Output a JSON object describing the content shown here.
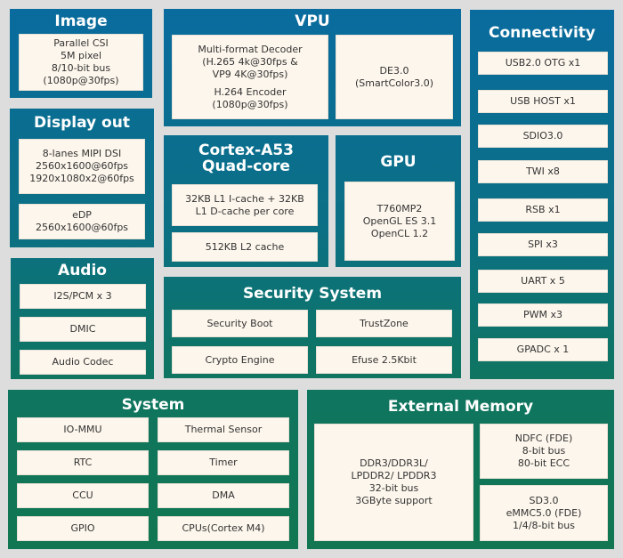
{
  "image": {
    "title": "Image",
    "lines": [
      "Parallel CSI",
      "5M pixel",
      "8/10-bit bus",
      "(1080p@30fps)"
    ]
  },
  "display_out": {
    "title": "Display out",
    "mipi": [
      "8-lanes MIPI DSI",
      "2560x1600@60fps",
      "1920x1080x2@60fps"
    ],
    "edp": [
      "eDP",
      "2560x1600@60fps"
    ]
  },
  "audio": {
    "title": "Audio",
    "items": [
      "I2S/PCM x 3",
      "DMIC",
      "Audio Codec"
    ]
  },
  "vpu": {
    "title": "VPU",
    "decoder": [
      "Multi-format Decoder",
      "(H.265 4k@30fps &",
      "VP9 4K@30fps)"
    ],
    "encoder": [
      "H.264 Encoder",
      "(1080p@30fps)"
    ],
    "de": [
      "DE3.0",
      "(SmartColor3.0)"
    ]
  },
  "cortex": {
    "title_line1": "Cortex-A53",
    "title_line2": "Quad-core",
    "l1": [
      "32KB L1 I-cache + 32KB",
      "L1 D-cache per core"
    ],
    "l2": "512KB L2 cache"
  },
  "gpu": {
    "title": "GPU",
    "lines": [
      "T760MP2",
      "OpenGL ES 3.1",
      "OpenCL 1.2"
    ]
  },
  "security": {
    "title": "Security System",
    "items": [
      "Security Boot",
      "TrustZone",
      "Crypto Engine",
      "Efuse 2.5Kbit"
    ]
  },
  "connectivity": {
    "title": "Connectivity",
    "items": [
      "USB2.0 OTG x1",
      "USB HOST x1",
      "SDIO3.0",
      "TWI x8",
      "RSB x1",
      "SPI x3",
      "UART x 5",
      "PWM x3",
      "GPADC  x 1"
    ]
  },
  "system": {
    "title": "System",
    "items": [
      "IO-MMU",
      "Thermal Sensor",
      "RTC",
      "Timer",
      "CCU",
      "DMA",
      "GPIO",
      "CPUs(Cortex M4)"
    ]
  },
  "external_memory": {
    "title": "External Memory",
    "ddr": [
      "DDR3/DDR3L/",
      "LPDDR2/ LPDDR3",
      "32-bit  bus",
      "3GByte support"
    ],
    "ndfc": [
      "NDFC (FDE)",
      "8-bit bus",
      "80-bit ECC"
    ],
    "sd": [
      "SD3.0",
      "eMMC5.0 (FDE)",
      "1/4/8-bit  bus"
    ]
  }
}
